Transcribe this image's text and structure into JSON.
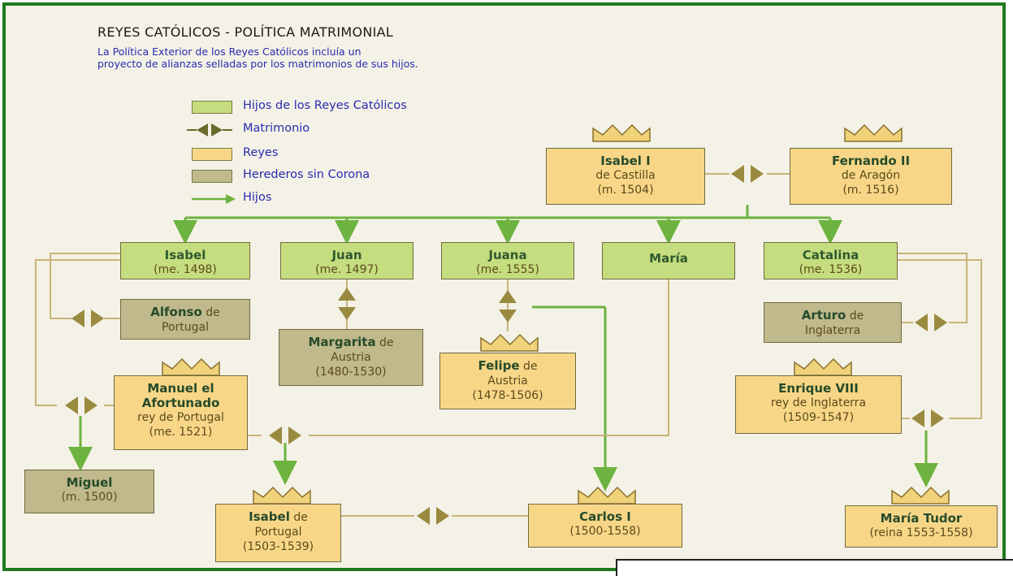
{
  "header": {
    "title": "REYES CATÓLICOS - POLÍTICA MATRIMONIAL",
    "intro_line1": "La Política Exterior de los Reyes Católicos incluía un",
    "intro_line2": "proyecto de alianzas selladas por los matrimonios de sus hijos."
  },
  "legend": {
    "hijos": "Hijos de los Reyes Católicos",
    "matrimonio": "Matrimonio",
    "reyes": "Reyes",
    "herederos": "Herederos sin Corona",
    "flecha_hijos": "Hijos"
  },
  "colors": {
    "hijos": "#c5dd7e",
    "reyes": "#f7d787",
    "herederos": "#bfb98c",
    "line_green": "#6db33f",
    "line_tan": "#c9b27a",
    "border": "#1f7a1f"
  },
  "nodes": {
    "isabel_i": {
      "name": "Isabel I",
      "l2": "de Castilla",
      "l3": "(m. 1504)"
    },
    "fernando_ii": {
      "name": "Fernando II",
      "l2": "de Aragón",
      "l3": "(m. 1516)"
    },
    "isabel": {
      "name": "Isabel",
      "l2": "(me. 1498)"
    },
    "juan": {
      "name": "Juan",
      "l2": "(me. 1497)"
    },
    "juana": {
      "name": "Juana",
      "l2": "(me. 1555)"
    },
    "maria": {
      "name": "María"
    },
    "catalina": {
      "name": "Catalina",
      "l2": "(me. 1536)"
    },
    "alfonso": {
      "name": "Alfonso",
      "name_suffix": "de",
      "l2": "Portugal"
    },
    "margarita": {
      "name": "Margarita",
      "name_suffix": "de",
      "l2": "Austria",
      "l3": "(1480-1530)"
    },
    "felipe": {
      "name": "Felipe",
      "name_suffix": "de",
      "l2": "Austria",
      "l3": "(1478-1506)"
    },
    "arturo": {
      "name": "Arturo",
      "name_suffix": "de",
      "l2": "Inglaterra"
    },
    "manuel": {
      "name": "Manuel el",
      "name2": "Afortunado",
      "l2": "rey de Portugal",
      "l3": "(me. 1521)"
    },
    "enrique": {
      "name": "Enrique VIII",
      "l2": "rey de Inglaterra",
      "l3": "(1509-1547)"
    },
    "miguel": {
      "name": "Miguel",
      "l2": "(m. 1500)"
    },
    "isabel_portugal": {
      "name": "Isabel",
      "name_suffix": "de",
      "l2": "Portugal",
      "l3": "(1503-1539)"
    },
    "carlos": {
      "name": "Carlos I",
      "l2": "(1500-1558)"
    },
    "maria_tudor": {
      "name": "María Tudor",
      "l2": "(reina 1553-1558)"
    }
  }
}
